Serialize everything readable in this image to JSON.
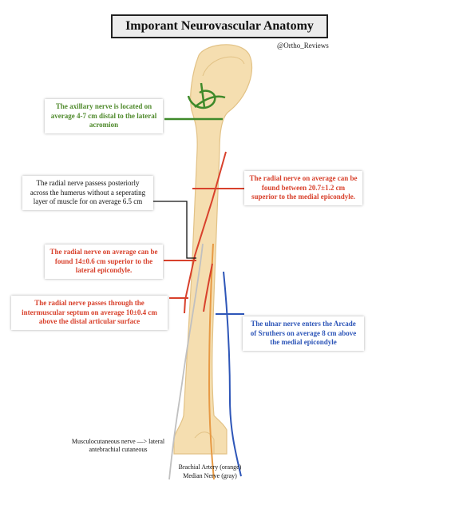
{
  "title": "Imporant Neurovascular Anatomy",
  "handle": "@Ortho_Reviews",
  "colors": {
    "bone": "#f5deb0",
    "bone_outline": "#e2c286",
    "axillary": "#3f8a2a",
    "radial": "#d8412c",
    "ulnar": "#2e56b8",
    "brachial_artery": "#e79a45",
    "median_nerve": "#c0c0c0",
    "bracket": "#111111"
  },
  "annotations": {
    "axillary": "The axillary nerve is located on average 4-7 cm distal to the lateral acromion",
    "radial_posterior": "The radial nerve passess posteriorly across the humerus without a seperating layer of muscle for on average 6.5 cm",
    "radial_medial": "The radial nerve on average can be found between 20.7±1.2 cm superior to the medial epicondyle.",
    "radial_lateral": "The radial nerve on average can be found 14±0.6 cm superior to the lateral epicondyle.",
    "radial_septum": "The radial nerve passes through the intermuscular septum on average 10±0.4 cm above the distal articular surface",
    "ulnar": "The ulnar nerve enters the Arcade of Sruthers on average 8 cm above the medial epicondyle",
    "musculocutaneous": "Musculocutaneous nerve —> lateral antebrachial cutaneous",
    "brachial_artery": "Brachial Artery (orange)",
    "median_nerve": "Median Nerve (gray)"
  }
}
